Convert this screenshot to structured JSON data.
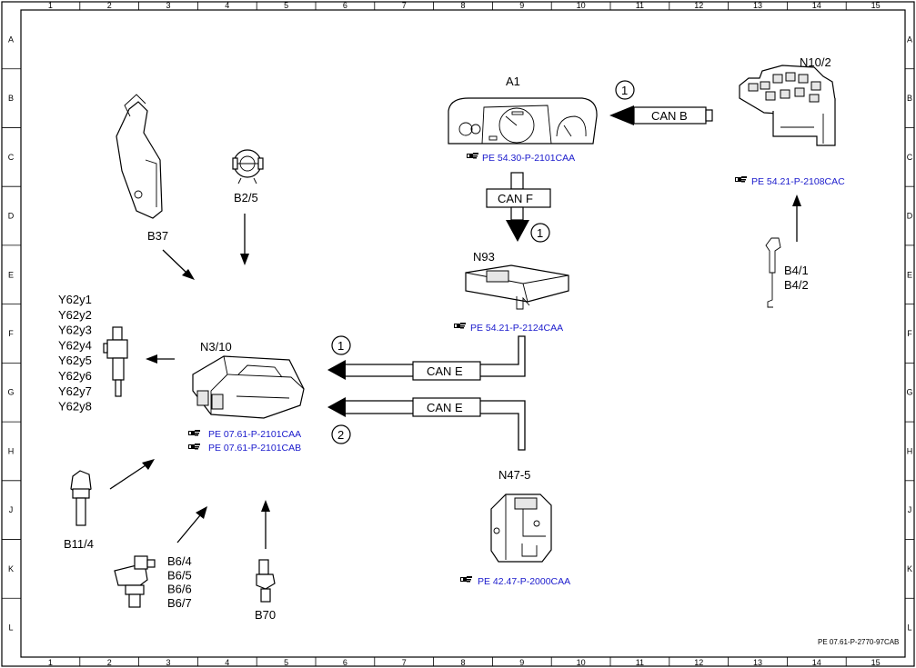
{
  "grid": {
    "columns": [
      "1",
      "2",
      "3",
      "4",
      "5",
      "6",
      "7",
      "8",
      "9",
      "10",
      "11",
      "12",
      "13",
      "14",
      "15"
    ],
    "rows": [
      "A",
      "B",
      "C",
      "D",
      "E",
      "F",
      "G",
      "H",
      "J",
      "K",
      "L"
    ]
  },
  "components": {
    "a1": "A1",
    "n10_2": "N10/2",
    "n93": "N93",
    "n3_10": "N3/10",
    "n47_5": "N47-5",
    "b37": "B37",
    "b2_5": "B2/5",
    "b4_1": "B4/1",
    "b4_2": "B4/2",
    "b11_4": "B11/4",
    "b70": "B70",
    "b6": [
      "B6/4",
      "B6/5",
      "B6/6",
      "B6/7"
    ],
    "y62": [
      "Y62y1",
      "Y62y2",
      "Y62y3",
      "Y62y4",
      "Y62y5",
      "Y62y6",
      "Y62y7",
      "Y62y8"
    ]
  },
  "buses": {
    "can_b": "CAN B",
    "can_f": "CAN F",
    "can_e_1": "CAN E",
    "can_e_2": "CAN E"
  },
  "markers": {
    "one": "1",
    "two": "2"
  },
  "references": {
    "a1": "PE 54.30-P-2101CAA",
    "n10_2": "PE 54.21-P-2108CAC",
    "n93": "PE 54.21-P-2124CAA",
    "n3_10_a": "PE 07.61-P-2101CAA",
    "n3_10_b": "PE 07.61-P-2101CAB",
    "n47_5": "PE 42.47-P-2000CAA"
  },
  "footer_code": "PE 07.61-P-2770-97CAB",
  "colors": {
    "reference_link": "#1a1acc",
    "line": "#000000"
  },
  "icons": {
    "reference": "pointing-hand-icon"
  }
}
